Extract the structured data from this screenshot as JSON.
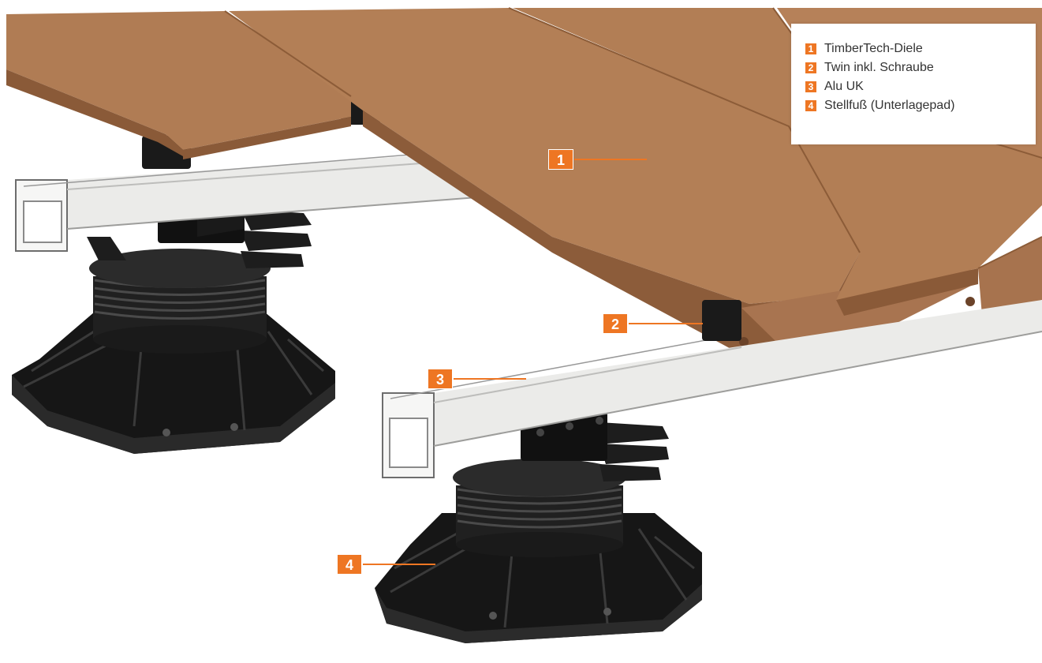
{
  "legend": {
    "items": [
      {
        "num": "1",
        "label": "TimberTech-Diele"
      },
      {
        "num": "2",
        "label": "Twin inkl. Schraube"
      },
      {
        "num": "3",
        "label": "Alu UK"
      },
      {
        "num": "4",
        "label": "Stellfuß (Unterlagepad)"
      }
    ]
  },
  "callouts": [
    "1",
    "2",
    "3",
    "4"
  ],
  "colors": {
    "accent": "#ee7623",
    "board": "#b47e55",
    "board_dark": "#8a5a38",
    "aluminium": "#e6e6e4",
    "pedestal": "#1c1c1c"
  }
}
